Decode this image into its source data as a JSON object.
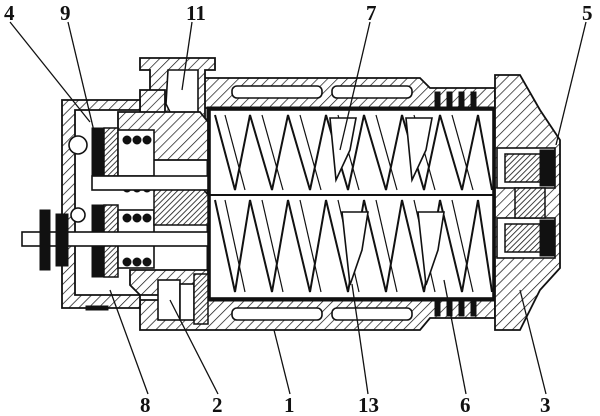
{
  "diagram": {
    "callouts": [
      {
        "id": "c4",
        "label": "4"
      },
      {
        "id": "c9",
        "label": "9"
      },
      {
        "id": "c11",
        "label": "11"
      },
      {
        "id": "c7",
        "label": "7"
      },
      {
        "id": "c5",
        "label": "5"
      },
      {
        "id": "c8",
        "label": "8"
      },
      {
        "id": "c2",
        "label": "2"
      },
      {
        "id": "c1",
        "label": "1"
      },
      {
        "id": "c13",
        "label": "13"
      },
      {
        "id": "c6",
        "label": "6"
      },
      {
        "id": "c3",
        "label": "3"
      }
    ]
  }
}
